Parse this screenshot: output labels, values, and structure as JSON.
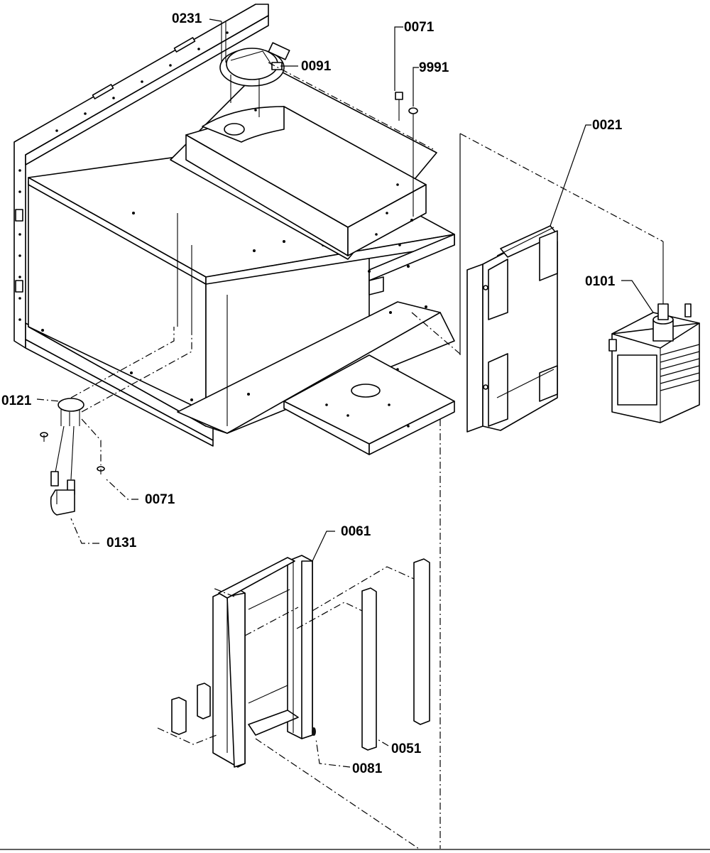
{
  "callouts": [
    {
      "id": "0231",
      "text": "0231"
    },
    {
      "id": "0071-top",
      "text": "0071"
    },
    {
      "id": "0091",
      "text": "0091"
    },
    {
      "id": "9991",
      "text": "9991"
    },
    {
      "id": "0021",
      "text": "0021"
    },
    {
      "id": "0101",
      "text": "0101"
    },
    {
      "id": "0121",
      "text": "0121"
    },
    {
      "id": "0071-left",
      "text": "0071"
    },
    {
      "id": "0131",
      "text": "0131"
    },
    {
      "id": "0061",
      "text": "0061"
    },
    {
      "id": "0051",
      "text": "0051"
    },
    {
      "id": "0081",
      "text": "0081"
    }
  ]
}
